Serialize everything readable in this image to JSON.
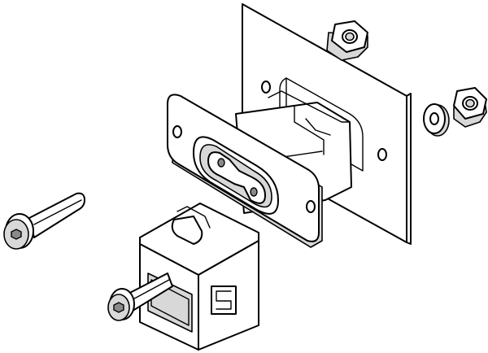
{
  "diagram": {
    "style": "black-and-white exploded line drawing",
    "line_color": "#000000",
    "fill_color": "#ffffff",
    "shade_color": "#d8d8d8",
    "parts": [
      {
        "id": "mounting-plate"
      },
      {
        "id": "hex-nut-top"
      },
      {
        "id": "hex-nut-right"
      },
      {
        "id": "flat-washer"
      },
      {
        "id": "power-inlet-socket"
      },
      {
        "id": "retaining-clip"
      },
      {
        "id": "button-head-screw-loose"
      },
      {
        "id": "button-head-screw-in-clip"
      }
    ]
  }
}
